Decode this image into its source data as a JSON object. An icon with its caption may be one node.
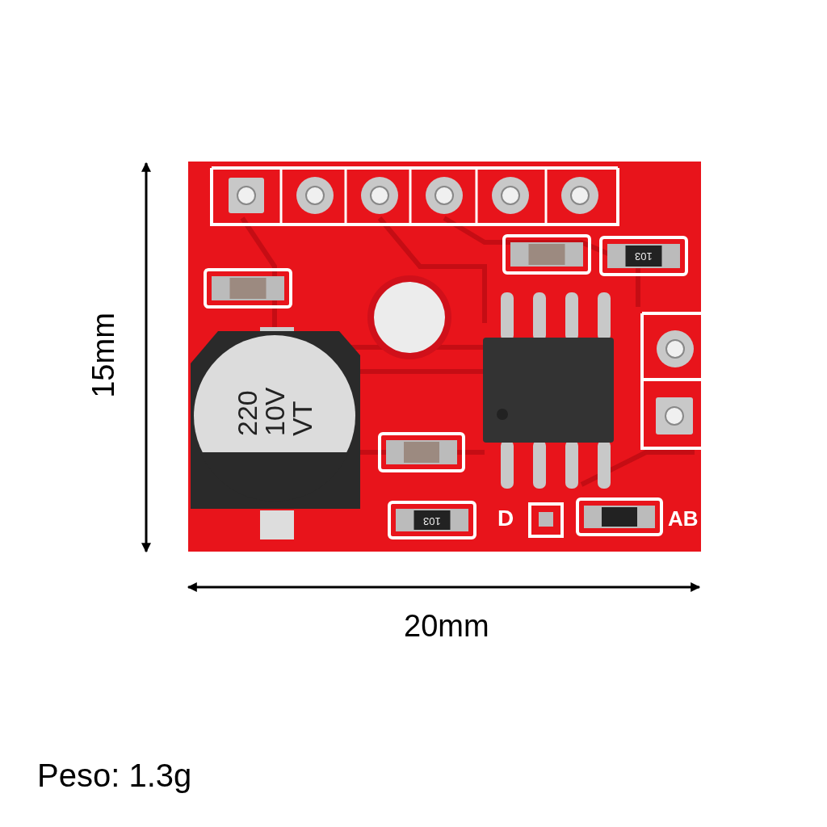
{
  "diagram": {
    "labels": [
      "103",
      "15mm",
      "220 10V VT",
      "103",
      "D",
      "AB",
      "20mm",
      "Peso: 1.3g"
    ]
  }
}
